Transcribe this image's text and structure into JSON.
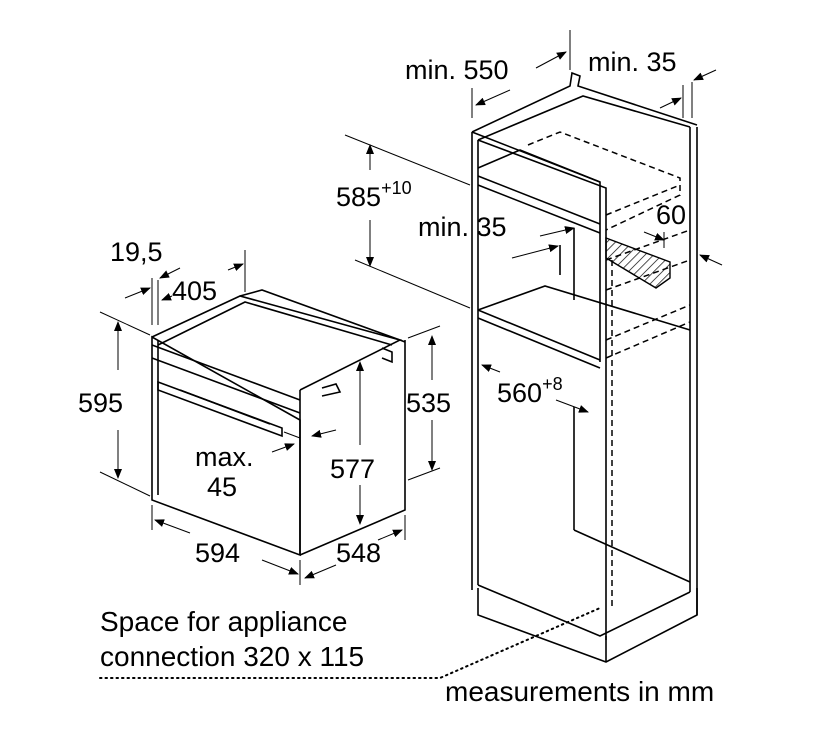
{
  "dimensions": {
    "niche_depth": "min. 550",
    "rear_gap": "min. 35",
    "niche_height": "585",
    "niche_height_tol": "+10",
    "vent_gap": "min. 35",
    "vent_depth": "60",
    "niche_width": "560",
    "niche_width_tol": "+8",
    "front_thickness": "19,5",
    "top_depth": "405",
    "oven_height": "595",
    "body_height": "535",
    "inner_height": "577",
    "handle_max_line1": "max.",
    "handle_max_line2": "45",
    "oven_width": "594",
    "oven_depth": "548"
  },
  "notes": {
    "connection_line1": "Space for appliance",
    "connection_line2": "connection 320 x 115",
    "units": "measurements in mm"
  }
}
